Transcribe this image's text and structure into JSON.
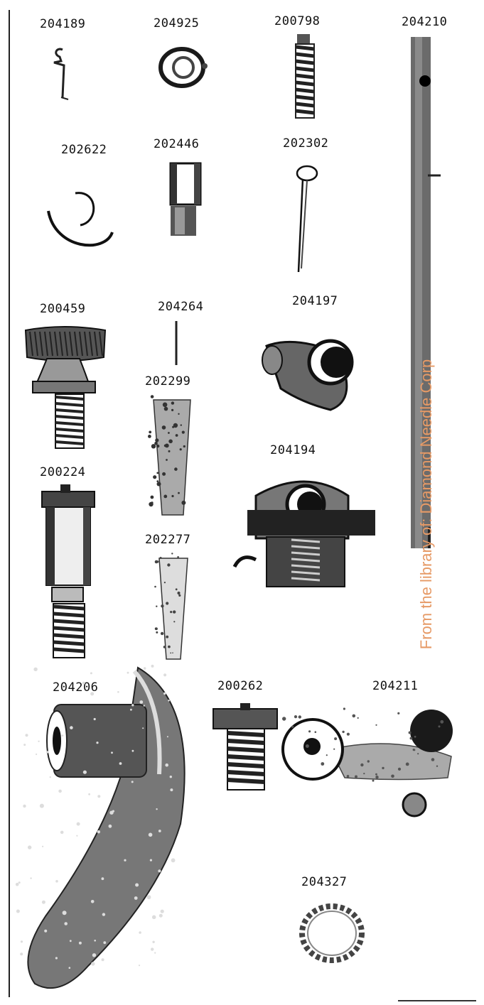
{
  "part_numbers": {
    "p204189": "204189",
    "p204925": "204925",
    "p200798": "200798",
    "p204210": "204210",
    "p202622": "202622",
    "p202446": "202446",
    "p202302": "202302",
    "p200459": "200459",
    "p204264": "204264",
    "p204197": "204197",
    "p202299": "202299",
    "p204194": "204194",
    "p200224": "200224",
    "p202277": "202277",
    "p204206": "204206",
    "p200262": "200262",
    "p204211": "204211",
    "p204327": "204327"
  },
  "watermark": "From the library of: Diamond Needle Corp",
  "colors": {
    "watermark": "#e69a66",
    "ink": "#1a1a1a"
  }
}
